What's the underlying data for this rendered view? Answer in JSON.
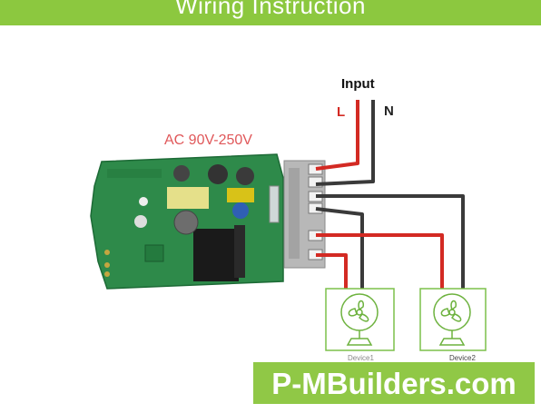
{
  "header": {
    "title": "Wiring Instruction"
  },
  "diagram": {
    "input_label": "Input",
    "live_label": "L",
    "neutral_label": "N",
    "voltage_label": "AC 90V-250V",
    "devices": [
      {
        "label": "Device1"
      },
      {
        "label": "Device2"
      }
    ]
  },
  "watermark": {
    "text": "P-MBuilders.com"
  },
  "colors": {
    "banner": "#8cc83f",
    "live_wire": "#d32a23",
    "neutral_wire": "#3a3a3a",
    "pcb": "#2e8a4a",
    "device_outline": "#7cc04a"
  }
}
